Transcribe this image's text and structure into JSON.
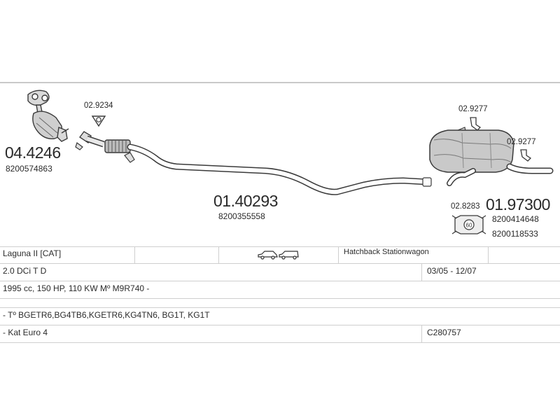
{
  "parts": {
    "catalyst": {
      "code": "04.4246",
      "ref": "8200574863"
    },
    "gasket_front": {
      "code": "02.9234"
    },
    "middle_pipe": {
      "code": "01.40293",
      "ref": "8200355558"
    },
    "hanger_1": {
      "code": "02.9277"
    },
    "hanger_2": {
      "code": "02.9277"
    },
    "clamp": {
      "code": "02.8283",
      "badge": "60"
    },
    "rear_silencer": {
      "code": "01.97300",
      "ref1": "8200414648",
      "ref2": "8200118533"
    }
  },
  "spec": {
    "model": "Laguna II  [CAT]",
    "body_types": "Hatchback Stationwagon",
    "engine": "2.0 DCi T D",
    "period": "03/05 - 12/07",
    "power": "1995 cc, 150 HP, 110 KW Mº M9R740 -",
    "engine_codes": "- Tº BGETR6,BG4TB6,KGETR6,KG4TN6, BG1T, KG1T",
    "emission": "- Kat Euro 4",
    "catalog_number": "C280757"
  },
  "icons": [
    "hatchback-car-icon",
    "stationwagon-car-icon"
  ]
}
